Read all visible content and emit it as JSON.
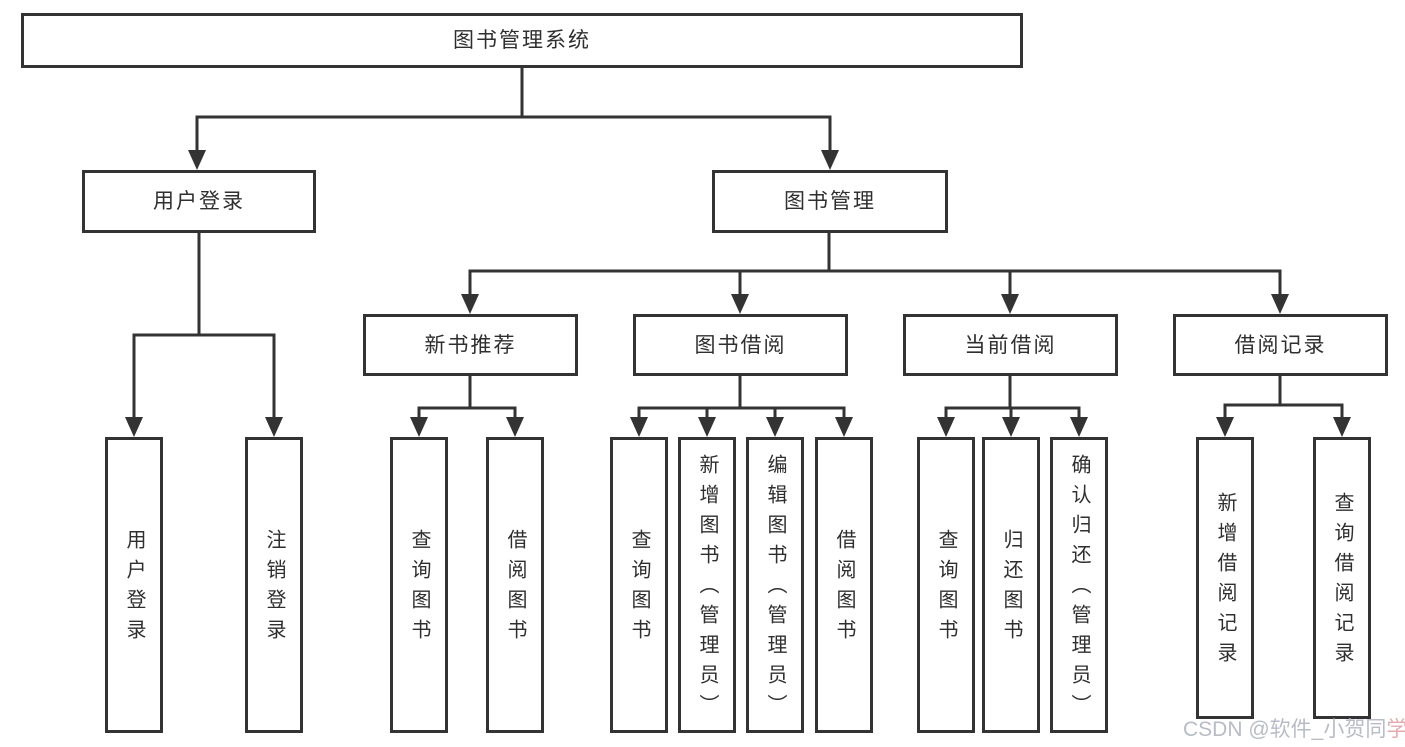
{
  "colors": {
    "line": "#333333",
    "text": "#2f2f2f",
    "box_background": "#ffffff",
    "watermark_gray": "#b7bcc6",
    "watermark_pink": "#e3abaf"
  },
  "watermark": {
    "prefix": "CSDN @软件_小贺同",
    "suffix": "学"
  },
  "tree": {
    "label": "图书管理系统",
    "children": [
      {
        "label": "用户登录",
        "children": [
          {
            "label": "用户登录"
          },
          {
            "label": "注销登录"
          }
        ]
      },
      {
        "label": "图书管理",
        "children": [
          {
            "label": "新书推荐",
            "children": [
              {
                "label": "查询图书"
              },
              {
                "label": "借阅图书"
              }
            ]
          },
          {
            "label": "图书借阅",
            "children": [
              {
                "label": "查询图书"
              },
              {
                "label": "新增图书（管理员）"
              },
              {
                "label": "编辑图书（管理员）"
              },
              {
                "label": "借阅图书"
              }
            ]
          },
          {
            "label": "当前借阅",
            "children": [
              {
                "label": "查询图书"
              },
              {
                "label": "归还图书"
              },
              {
                "label": "确认归还（管理员）"
              }
            ]
          },
          {
            "label": "借阅记录",
            "children": [
              {
                "label": "新增借阅记录"
              },
              {
                "label": "查询借阅记录"
              }
            ]
          }
        ]
      }
    ]
  }
}
